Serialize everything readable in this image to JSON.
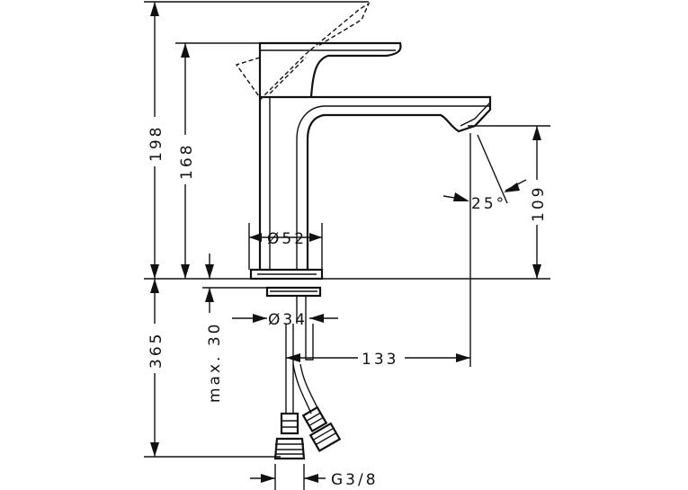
{
  "drawing": {
    "dim_total_height": "198",
    "dim_spout_height": "168",
    "dim_below_counter": "365",
    "dim_max_thickness": "max. 30",
    "dim_body_diameter": "Ø52",
    "dim_shank_diameter": "Ø34",
    "dim_spout_reach": "133",
    "dim_outlet_height": "109",
    "dim_spray_angle": "25°",
    "dim_thread": "G3/8"
  }
}
